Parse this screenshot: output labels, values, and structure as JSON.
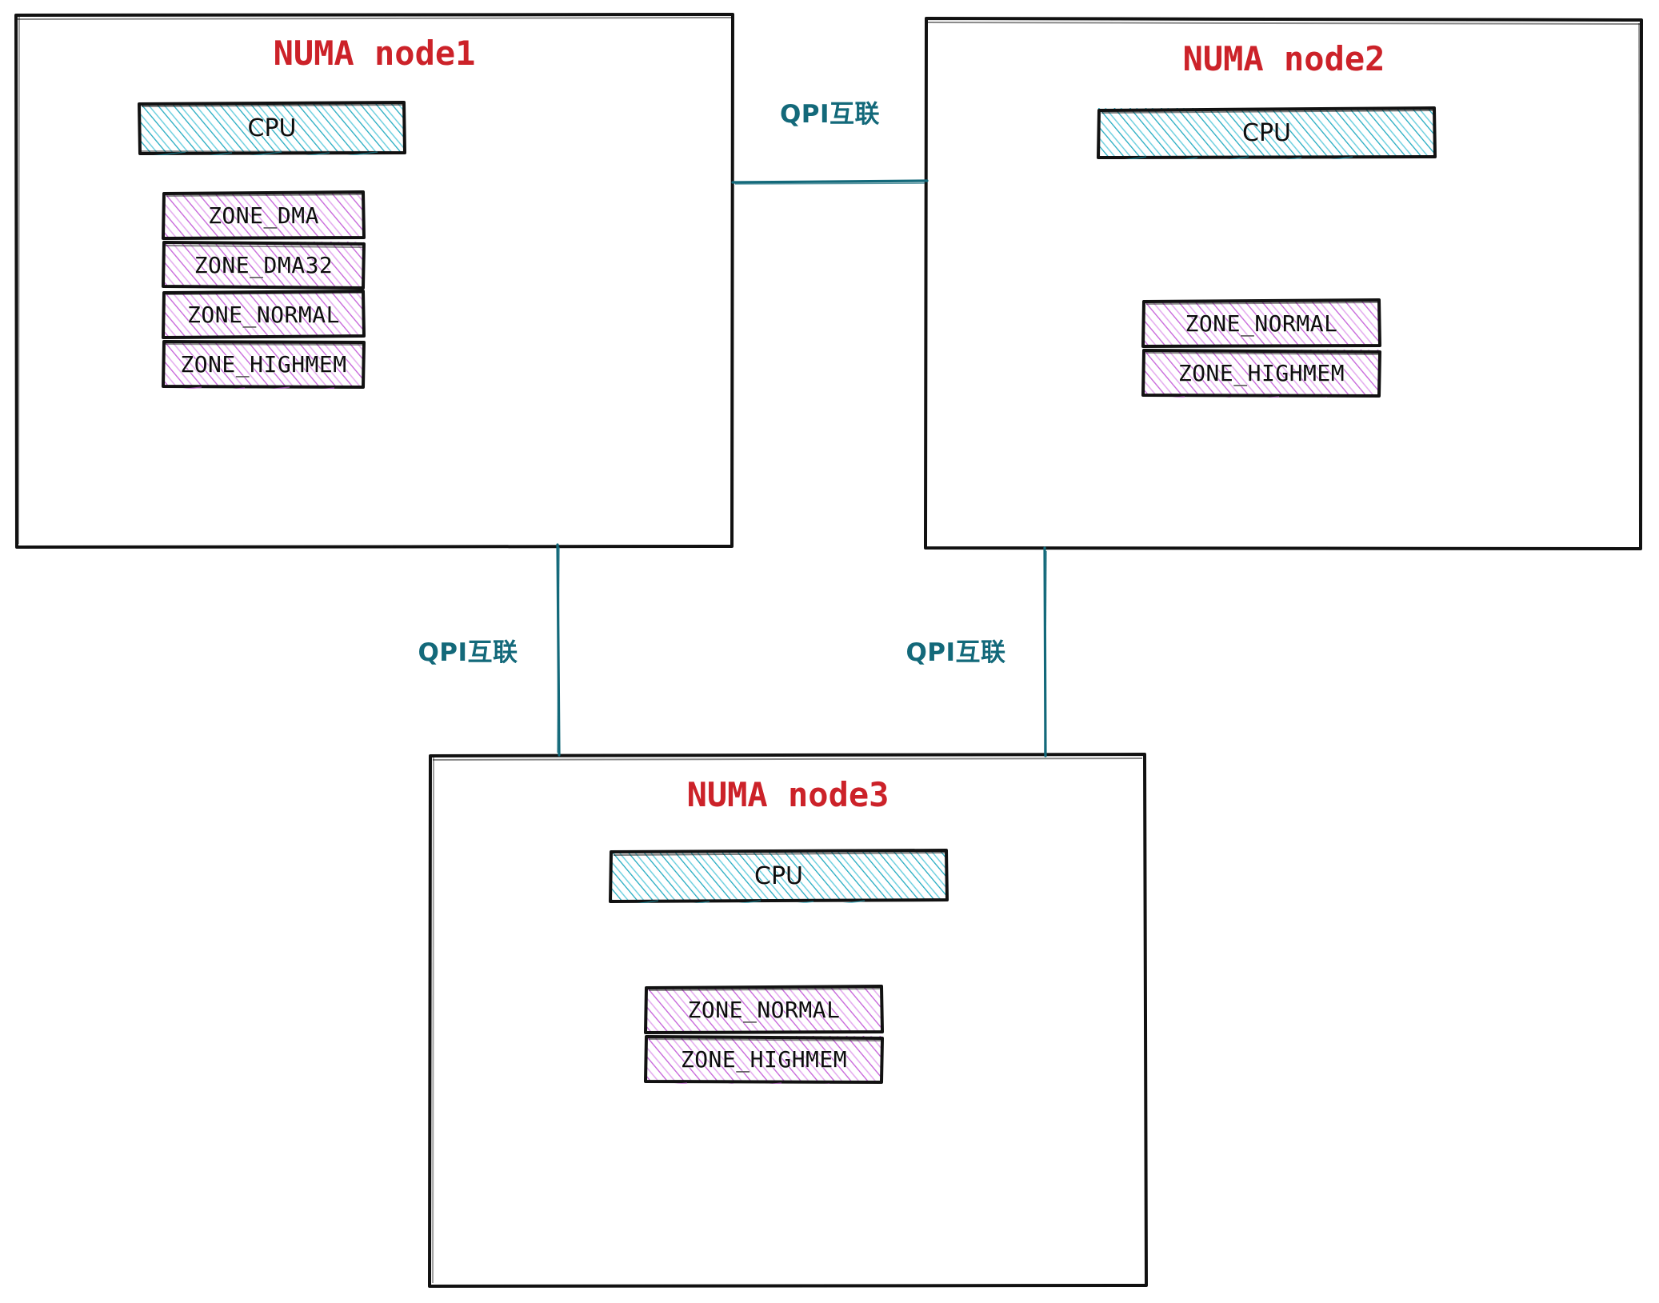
{
  "diagram": {
    "title": "NUMA nodes with QPI interconnect",
    "colors": {
      "node_title": "#cc2229",
      "cpu_hatch": "#18a6bd",
      "zone_hatch": "#c45cd8",
      "connector": "#13697a",
      "outline": "#111111",
      "background": "#ffffff"
    }
  },
  "nodes": [
    {
      "id": "node1",
      "title": "NUMA node1",
      "cpu": {
        "label": "CPU"
      },
      "zones": [
        {
          "label": "ZONE_DMA"
        },
        {
          "label": "ZONE_DMA32"
        },
        {
          "label": "ZONE_NORMAL"
        },
        {
          "label": "ZONE_HIGHMEM"
        }
      ]
    },
    {
      "id": "node2",
      "title": "NUMA node2",
      "cpu": {
        "label": "CPU"
      },
      "zones": [
        {
          "label": "ZONE_NORMAL"
        },
        {
          "label": "ZONE_HIGHMEM"
        }
      ]
    },
    {
      "id": "node3",
      "title": "NUMA node3",
      "cpu": {
        "label": "CPU"
      },
      "zones": [
        {
          "label": "ZONE_NORMAL"
        },
        {
          "label": "ZONE_HIGHMEM"
        }
      ]
    }
  ],
  "connectors": [
    {
      "id": "node1-node2",
      "label": "QPI互联"
    },
    {
      "id": "node1-node3",
      "label": "QPI互联"
    },
    {
      "id": "node2-node3",
      "label": "QPI互联"
    }
  ]
}
